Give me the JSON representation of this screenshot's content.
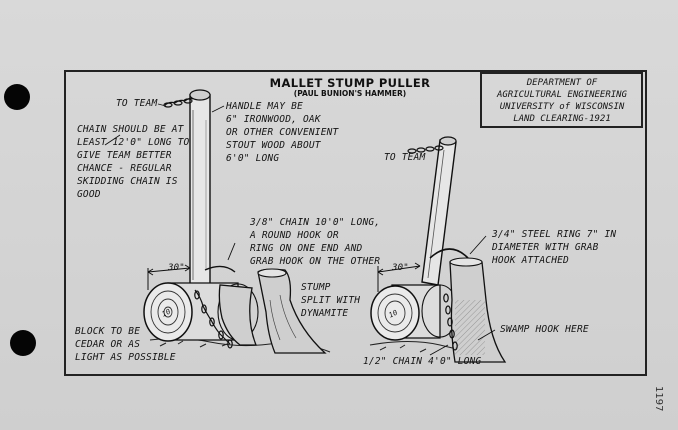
{
  "title": "MALLET STUMP PULLER",
  "subtitle": "(PAUL BUNION'S HAMMER)",
  "department": [
    "DEPARTMENT OF",
    "AGRICULTURAL ENGINEERING",
    "UNIVERSITY of WISCONSIN",
    "LAND CLEARING-1921"
  ],
  "labels": {
    "to_team_left": "TO TEAM",
    "to_team_right": "TO TEAM",
    "chain_note": [
      "CHAIN SHOULD BE AT",
      "LEAST 12'0\" LONG TO",
      "GIVE TEAM BETTER",
      "CHANCE - REGULAR",
      "SKIDDING CHAIN IS",
      "GOOD"
    ],
    "handle_note": [
      "HANDLE MAY BE",
      "6\" IRONWOOD, OAK",
      "OR OTHER CONVENIENT",
      "STOUT WOOD ABOUT",
      "6'0\" LONG"
    ],
    "chain_spec": [
      "3/8\" CHAIN 10'0\" LONG,",
      "A ROUND HOOK OR",
      "RING ON ONE END AND",
      "GRAB HOOK ON THE OTHER"
    ],
    "stump_note": [
      "STUMP",
      "SPLIT WITH",
      "DYNAMITE"
    ],
    "block_note": [
      "BLOCK TO BE",
      "CEDAR OR AS",
      "LIGHT AS POSSIBLE"
    ],
    "ring_note": [
      "3/4\" STEEL RING 7\" IN",
      "DIAMETER WITH GRAB",
      "HOOK ATTACHED"
    ],
    "swamp_hook": "SWAMP HOOK HERE",
    "half_chain": "1/2\" CHAIN 4'0\" LONG",
    "dim_left": "30\"",
    "dim_right": "30\"",
    "block_mark_left": "10",
    "block_mark_right": "10"
  },
  "side_mark": "1197"
}
